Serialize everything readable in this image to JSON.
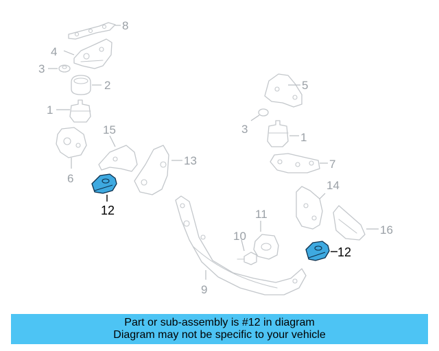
{
  "callouts": {
    "left_8": "8",
    "left_4": "4",
    "left_3": "3",
    "left_2": "2",
    "left_1": "1",
    "left_15": "15",
    "left_13": "13",
    "left_6": "6",
    "left_12": "12",
    "right_5": "5",
    "right_3": "3",
    "right_1": "1",
    "right_7": "7",
    "right_14": "14",
    "right_16": "16",
    "right_11": "11",
    "right_10": "10",
    "right_9": "9",
    "right_12": "12"
  },
  "banner": {
    "line1": "Part or sub-assembly is #12 in diagram",
    "line2": "Diagram may not be specific to your vehicle",
    "background": "#4dc4f4"
  },
  "highlight_color": "#3ea9e0"
}
